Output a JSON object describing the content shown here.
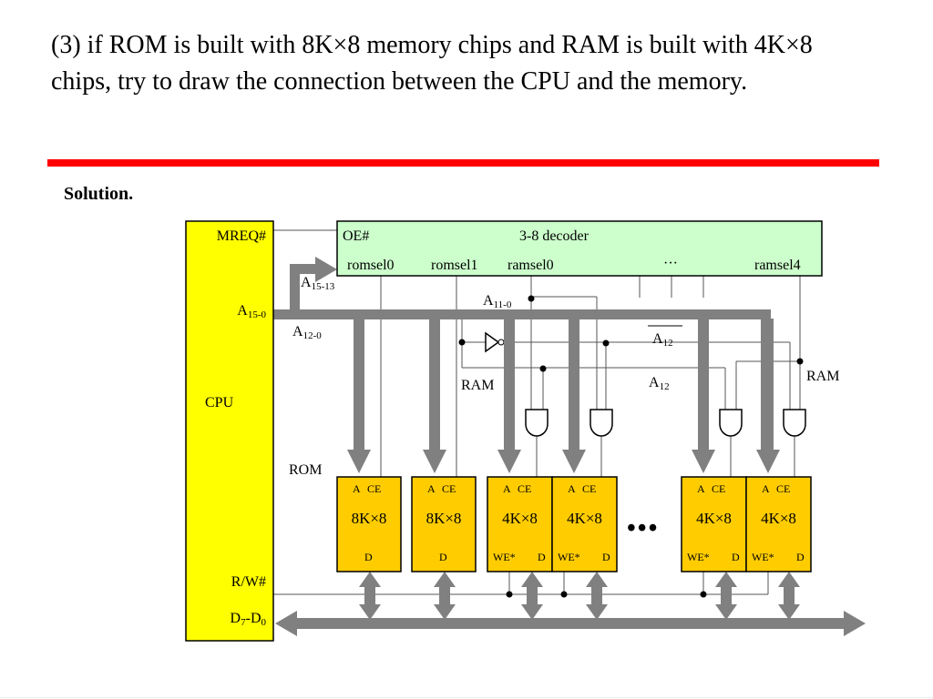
{
  "question": "(3) if ROM is built with 8K×8 memory chips and RAM is built with 4K×8 chips, try to draw the connection between the CPU and the memory.",
  "solution_label": "Solution.",
  "colors": {
    "rule": "#ff0000",
    "cpu_fill": "#ffff00",
    "decoder_fill": "#ccffcc",
    "chip_fill": "#ffcc00",
    "bus": "#808080"
  },
  "cpu": {
    "mreq": "MREQ#",
    "addr": "A",
    "addr_sub": "15-0",
    "label": "CPU",
    "rw": "R/W#",
    "data_a": "D",
    "data_a_sub": "7",
    "data_sep": "-D",
    "data_b_sub": "0"
  },
  "decoder": {
    "oe": "OE#",
    "title": "3-8 decoder",
    "outputs": [
      "romsel0",
      "romsel1",
      "ramsel0",
      "···",
      "ramsel4"
    ]
  },
  "bus_labels": {
    "a1513": "A",
    "a1513_sub": "15-13",
    "a120": "A",
    "a120_sub": "12-0",
    "a110": "A",
    "a110_sub": "11-0",
    "a12bar": "A",
    "a12bar_sub": "12",
    "a12": "A",
    "a12_sub": "12",
    "ram_left": "RAM",
    "ram_right": "RAM",
    "rom": "ROM"
  },
  "chips": [
    {
      "type": "ROM",
      "a": "A",
      "ce": "CE",
      "size": "8K×8",
      "we": "",
      "d": "D"
    },
    {
      "type": "ROM",
      "a": "A",
      "ce": "CE",
      "size": "8K×8",
      "we": "",
      "d": "D"
    },
    {
      "type": "RAM",
      "a": "A",
      "ce": "CE",
      "size": "4K×8",
      "we": "WE*",
      "d": "D"
    },
    {
      "type": "RAM",
      "a": "A",
      "ce": "CE",
      "size": "4K×8",
      "we": "WE*",
      "d": "D"
    },
    {
      "type": "RAM",
      "a": "A",
      "ce": "CE",
      "size": "4K×8",
      "we": "WE*",
      "d": "D"
    },
    {
      "type": "RAM",
      "a": "A",
      "ce": "CE",
      "size": "4K×8",
      "we": "WE*",
      "d": "D"
    }
  ],
  "ellipsis": "•••"
}
